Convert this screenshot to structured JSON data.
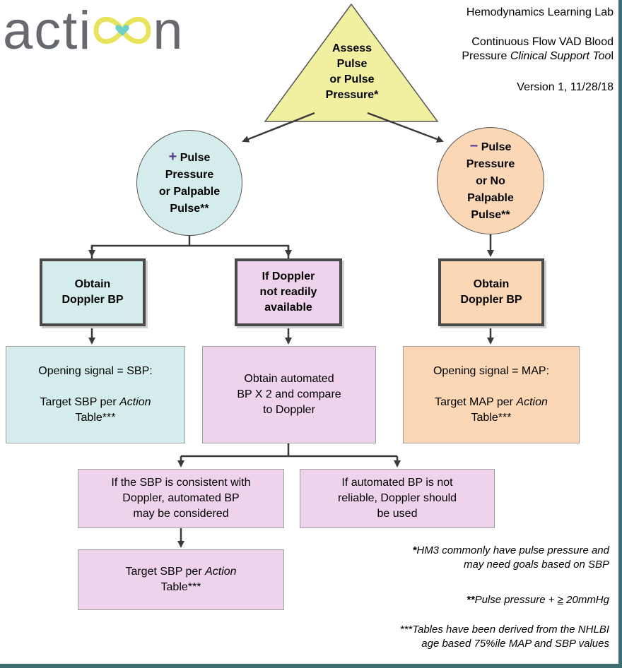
{
  "logo_text": "action",
  "header": {
    "lab": "Hemodynamics Learning Lab",
    "title_line1": "Continuous Flow VAD Blood",
    "title_line2_plain": "Pressure ",
    "title_line2_italic": "Clinical Support Too",
    "title_line2_end": "l",
    "version": "Version 1, 11/28/18"
  },
  "nodes": {
    "assess": [
      "Assess",
      "Pulse",
      "or Pulse",
      "Pressure*"
    ],
    "plus_circle": {
      "sign": "+",
      "lines": [
        " Pulse",
        "Pressure",
        "or Palpable",
        "Pulse**"
      ]
    },
    "minus_circle": {
      "sign": "−",
      "lines": [
        " Pulse",
        "Pressure",
        "or No",
        "Palpable",
        "Pulse**"
      ]
    },
    "obtain_left": [
      "Obtain",
      "Doppler BP"
    ],
    "if_doppler": [
      "If Doppler",
      "not readily",
      "available"
    ],
    "obtain_right": [
      "Obtain",
      "Doppler BP"
    ],
    "sbp_box": {
      "line1": "Opening signal = SBP:",
      "line2_plain": "Target SBP per ",
      "line2_italic": "Action",
      "line3": "Table***"
    },
    "auto_box": [
      "Obtain automated",
      "BP X 2 and compare",
      "to Doppler"
    ],
    "map_box": {
      "line1": "Opening signal = MAP:",
      "line2_plain": "Target MAP per ",
      "line2_italic": "Action",
      "line3": "Table***"
    },
    "consistent_box": [
      "If the SBP is consistent with",
      "Doppler, automated BP",
      "may be considered"
    ],
    "unreliable_box": [
      "If automated BP is not",
      "reliable, Doppler should",
      "be used"
    ],
    "target_box": {
      "line1_plain": "Target SBP per ",
      "line1_italic": "Action",
      "line2": "Table***"
    }
  },
  "notes": {
    "n1_mark": "*",
    "n1_line1": "HM3 commonly have pulse pressure and",
    "n1_line2": "may need goals based on SBP",
    "n2_mark": "**",
    "n2_text": "Pulse pressure + ",
    "n2_ge": "≥",
    "n2_end": " 20mmHg",
    "n3_line1": "***Tables have been derived from the NHLBI",
    "n3_line2": "age based 75%ile MAP and SBP values"
  },
  "colors": {
    "teal": "#d4ecec",
    "pink": "#efd3ec",
    "peach": "#fcd7b6",
    "triangle": "#f0f0a0",
    "frame": "#3f6e74"
  }
}
